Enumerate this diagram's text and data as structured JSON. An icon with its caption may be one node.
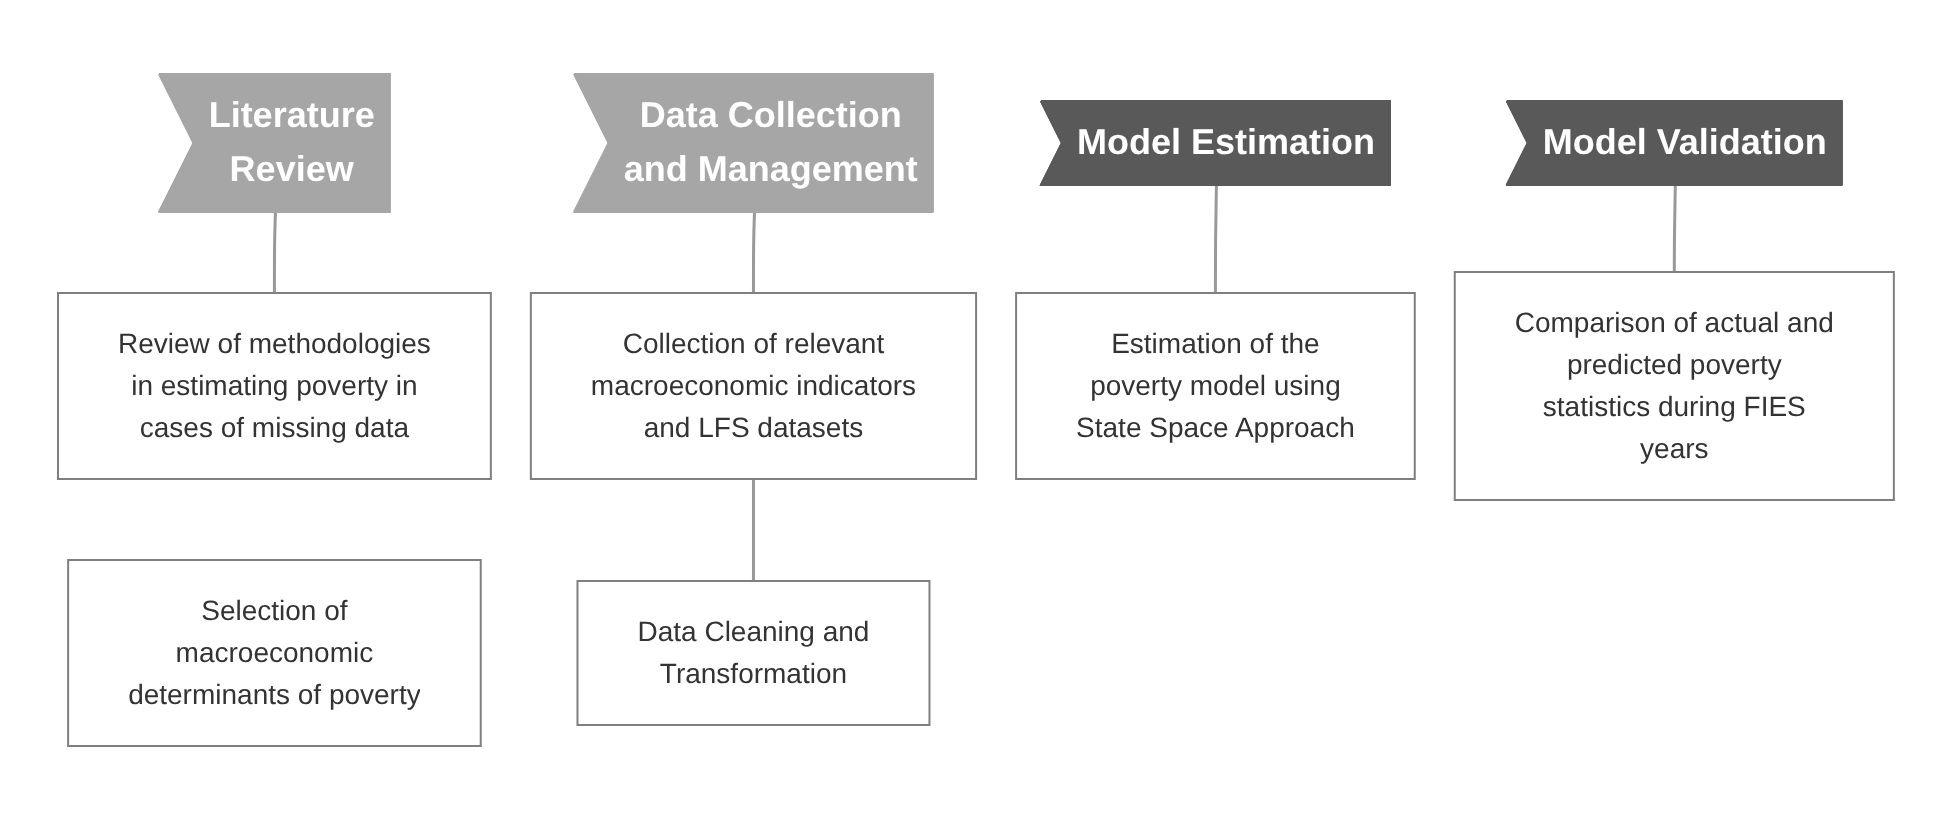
{
  "diagram": {
    "nodes": [
      {
        "text": [
          "Literature Review"
        ]
      },
      {
        "text": [
          "Data Collection and Management"
        ]
      },
      {
        "text": [
          "Model Estimation"
        ]
      },
      {
        "text": [
          "Model Validation"
        ]
      },
      {
        "text": [
          "Review of methodologies in estimating poverty in cases of missing data"
        ]
      },
      {
        "text": [
          "Selection of macroeconomic determinants of poverty"
        ]
      },
      {
        "text": [
          "Collection of relevant macroeconomic indicators and LFS datasets"
        ]
      },
      {
        "text": [
          "Data Cleaning and Transformation"
        ]
      },
      {
        "text": [
          "Estimation of the poverty model using State Space Approach"
        ]
      },
      {
        "text": [
          "Comparison of actual and predicted poverty statistics during FIES years"
        ]
      }
    ],
    "edges": [
      {
        "from": 0,
        "to": 4,
        "arrow": "none"
      },
      {
        "from": 1,
        "to": 6,
        "arrow": "none"
      },
      {
        "from": 6,
        "to": 7,
        "arrow": "none"
      },
      {
        "from": 2,
        "to": 8,
        "arrow": "none"
      },
      {
        "from": 3,
        "to": 9,
        "arrow": "none"
      }
    ]
  }
}
